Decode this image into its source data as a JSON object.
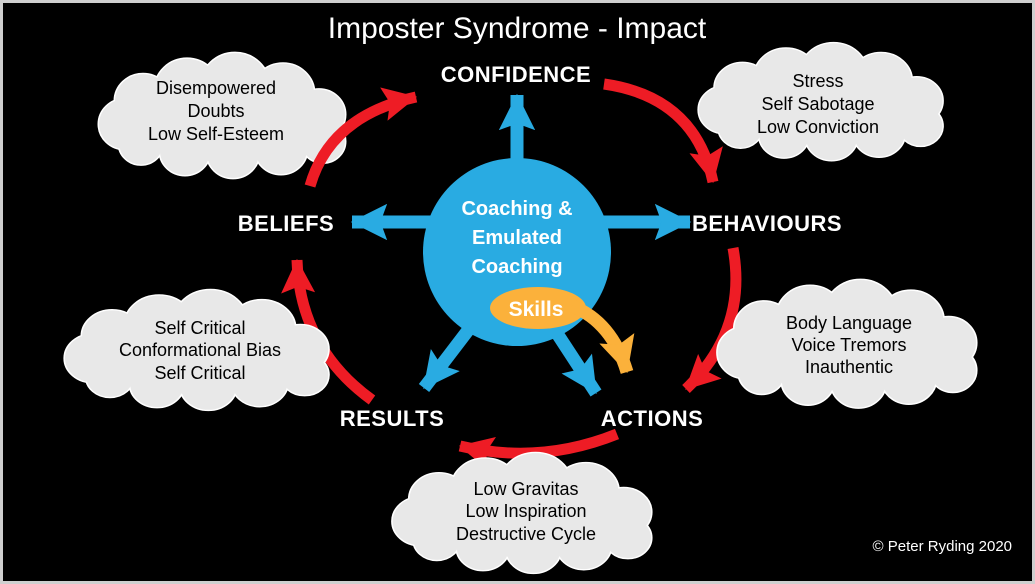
{
  "title": "Imposter Syndrome - Impact",
  "copyright": "© Peter Ryding 2020",
  "colors": {
    "background": "#000000",
    "hub_blue": "#29abe2",
    "skills_yellow": "#fbb13b",
    "cycle_red": "#ee1c25",
    "cloud_fill": "#e8e8e8",
    "cloud_outline": "#ffffff",
    "label_text": "#ffffff",
    "cloud_text": "#000000"
  },
  "center": {
    "lines": [
      "Coaching &",
      "Emulated",
      "Coaching"
    ],
    "skills_label": "Skills"
  },
  "nodes": {
    "confidence": "CONFIDENCE",
    "behaviours": "BEHAVIOURS",
    "actions": "ACTIONS",
    "results": "RESULTS",
    "beliefs": "BELIEFS"
  },
  "clouds": {
    "top_left": {
      "near": "CONFIDENCE",
      "lines": [
        "Disempowered",
        "Doubts",
        "Low Self-Esteem"
      ]
    },
    "top_right": {
      "near": "BEHAVIOURS",
      "lines": [
        "Stress",
        "Self Sabotage",
        "Low Conviction"
      ]
    },
    "right": {
      "near": "ACTIONS",
      "lines": [
        "Body Language",
        "Voice Tremors",
        "Inauthentic"
      ]
    },
    "bottom": {
      "near": "ACTIONS",
      "lines": [
        "Low Gravitas",
        "Low Inspiration",
        "Destructive Cycle"
      ]
    },
    "left": {
      "near": "RESULTS",
      "lines": [
        "Self Critical",
        "Conformational Bias",
        "Self Critical"
      ]
    }
  },
  "cycle_arrows": [
    {
      "from": "BELIEFS",
      "to": "CONFIDENCE"
    },
    {
      "from": "CONFIDENCE",
      "to": "BEHAVIOURS"
    },
    {
      "from": "BEHAVIOURS",
      "to": "ACTIONS"
    },
    {
      "from": "ACTIONS",
      "to": "RESULTS"
    },
    {
      "from": "RESULTS",
      "to": "BELIEFS"
    }
  ]
}
